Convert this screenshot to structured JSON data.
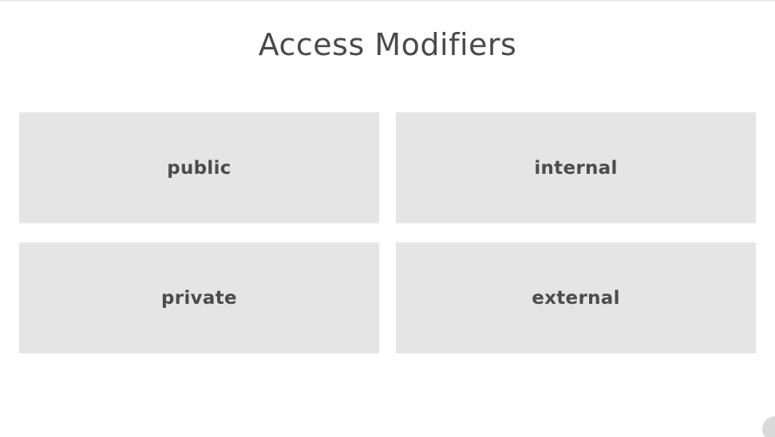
{
  "slide": {
    "title": "Access Modifiers",
    "cards": [
      {
        "label": "public"
      },
      {
        "label": "internal"
      },
      {
        "label": "private"
      },
      {
        "label": "external"
      }
    ]
  }
}
